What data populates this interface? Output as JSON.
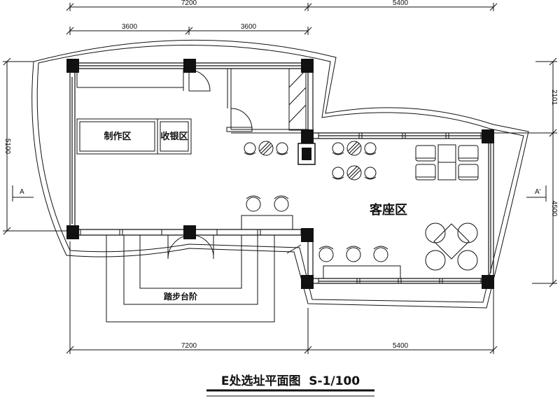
{
  "drawing": {
    "title": "E处选址平面图  S-1/100",
    "rooms": {
      "production": "制作区",
      "cashier": "收银区",
      "seating": "客座区",
      "steps": "踏步台阶"
    },
    "section_marks": {
      "left": "A",
      "right": "A'"
    },
    "dimensions": {
      "top_left_total": "7200",
      "top_right_total": "5400",
      "top_sub_left": "3600",
      "top_sub_right": "3600",
      "bottom_left_total": "7200",
      "bottom_right_total": "5400",
      "left_height": "5100",
      "right_upper": "2101",
      "right_lower": "4500"
    },
    "colors": {
      "line": "#111111",
      "column": "#111111",
      "background": "#ffffff"
    }
  }
}
